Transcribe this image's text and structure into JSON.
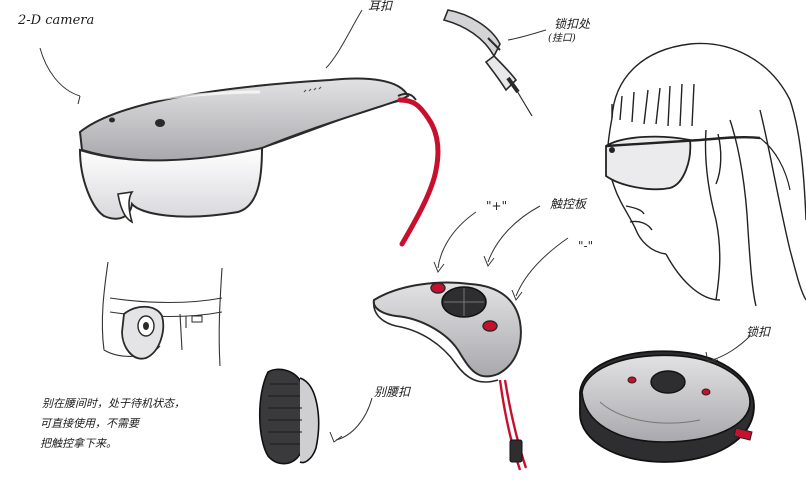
{
  "labels": {
    "camera": "2-D camera",
    "top_right": "耳扣",
    "clip_detail": "锁扣处",
    "clip_detail_sub": "(挂口)",
    "touchpad": "触控板",
    "plus": "\"+\"",
    "minus": "\"-\"",
    "waist_clip": "别腰扣",
    "lock_device": "锁扣",
    "note_line1": "别在腰间时，处于待机状态，",
    "note_line2": "可直接使用，不需要",
    "note_line3": "把触控拿下来。"
  },
  "colors": {
    "ink": "#1c1c1c",
    "shell": "#c9c9cc",
    "accent_red": "#c8102e",
    "button_dark": "#2e2e30"
  }
}
